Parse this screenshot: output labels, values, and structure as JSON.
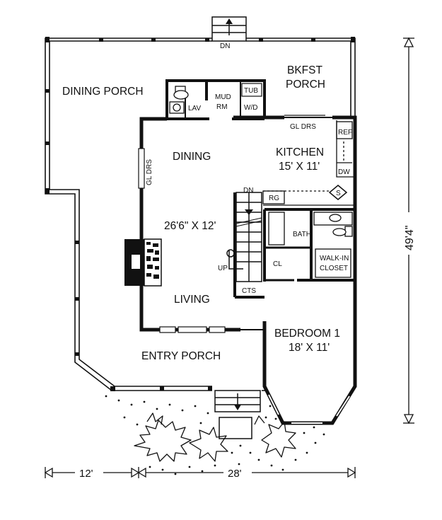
{
  "labels": {
    "dining_porch": "DINING PORCH",
    "bkfst": "BKFST",
    "porch": "PORCH",
    "lav": "LAV",
    "mud": "MUD",
    "rm": "RM",
    "tub": "TUB",
    "wd": "W/D",
    "dn_top": "DN",
    "gl_drs_top": "GL DRS",
    "ref": "REF",
    "dining": "DINING",
    "kitchen": "KITCHEN",
    "kitchen_size": "15' X 11'",
    "dw": "DW",
    "gl_drs_left": "GL DRS",
    "dn_stair": "DN",
    "rg": "RG",
    "s": "S",
    "bath": "BATH",
    "living_size": "26'6\" X 12'",
    "walk_in": "WALK-IN",
    "closet": "CLOSET",
    "cl": "CL",
    "up": "UP",
    "cts": "CTS",
    "living": "LIVING",
    "bedroom": "BEDROOM 1",
    "bedroom_size": "18' X 11'",
    "entry_porch": "ENTRY PORCH",
    "dim_left": "12'",
    "dim_bottom": "28'",
    "dim_right": "49'4\""
  }
}
